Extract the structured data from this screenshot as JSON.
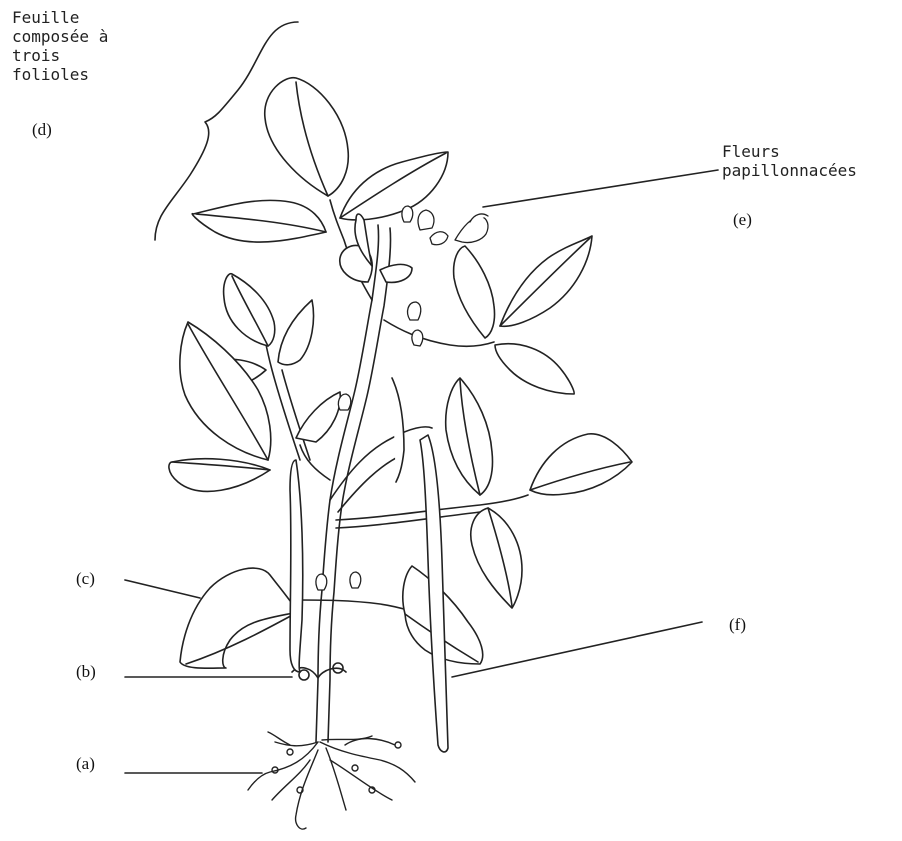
{
  "labels": {
    "d_text": "Feuille\ncomposée à\ntrois\nfolioles",
    "e_text": "Fleurs\npapillonnacées",
    "a": "(a)",
    "b": "(b)",
    "c": "(c)",
    "d": "(d)",
    "e": "(e)",
    "f": "(f)"
  },
  "style": {
    "ink": "#222222",
    "background": "#ffffff"
  }
}
